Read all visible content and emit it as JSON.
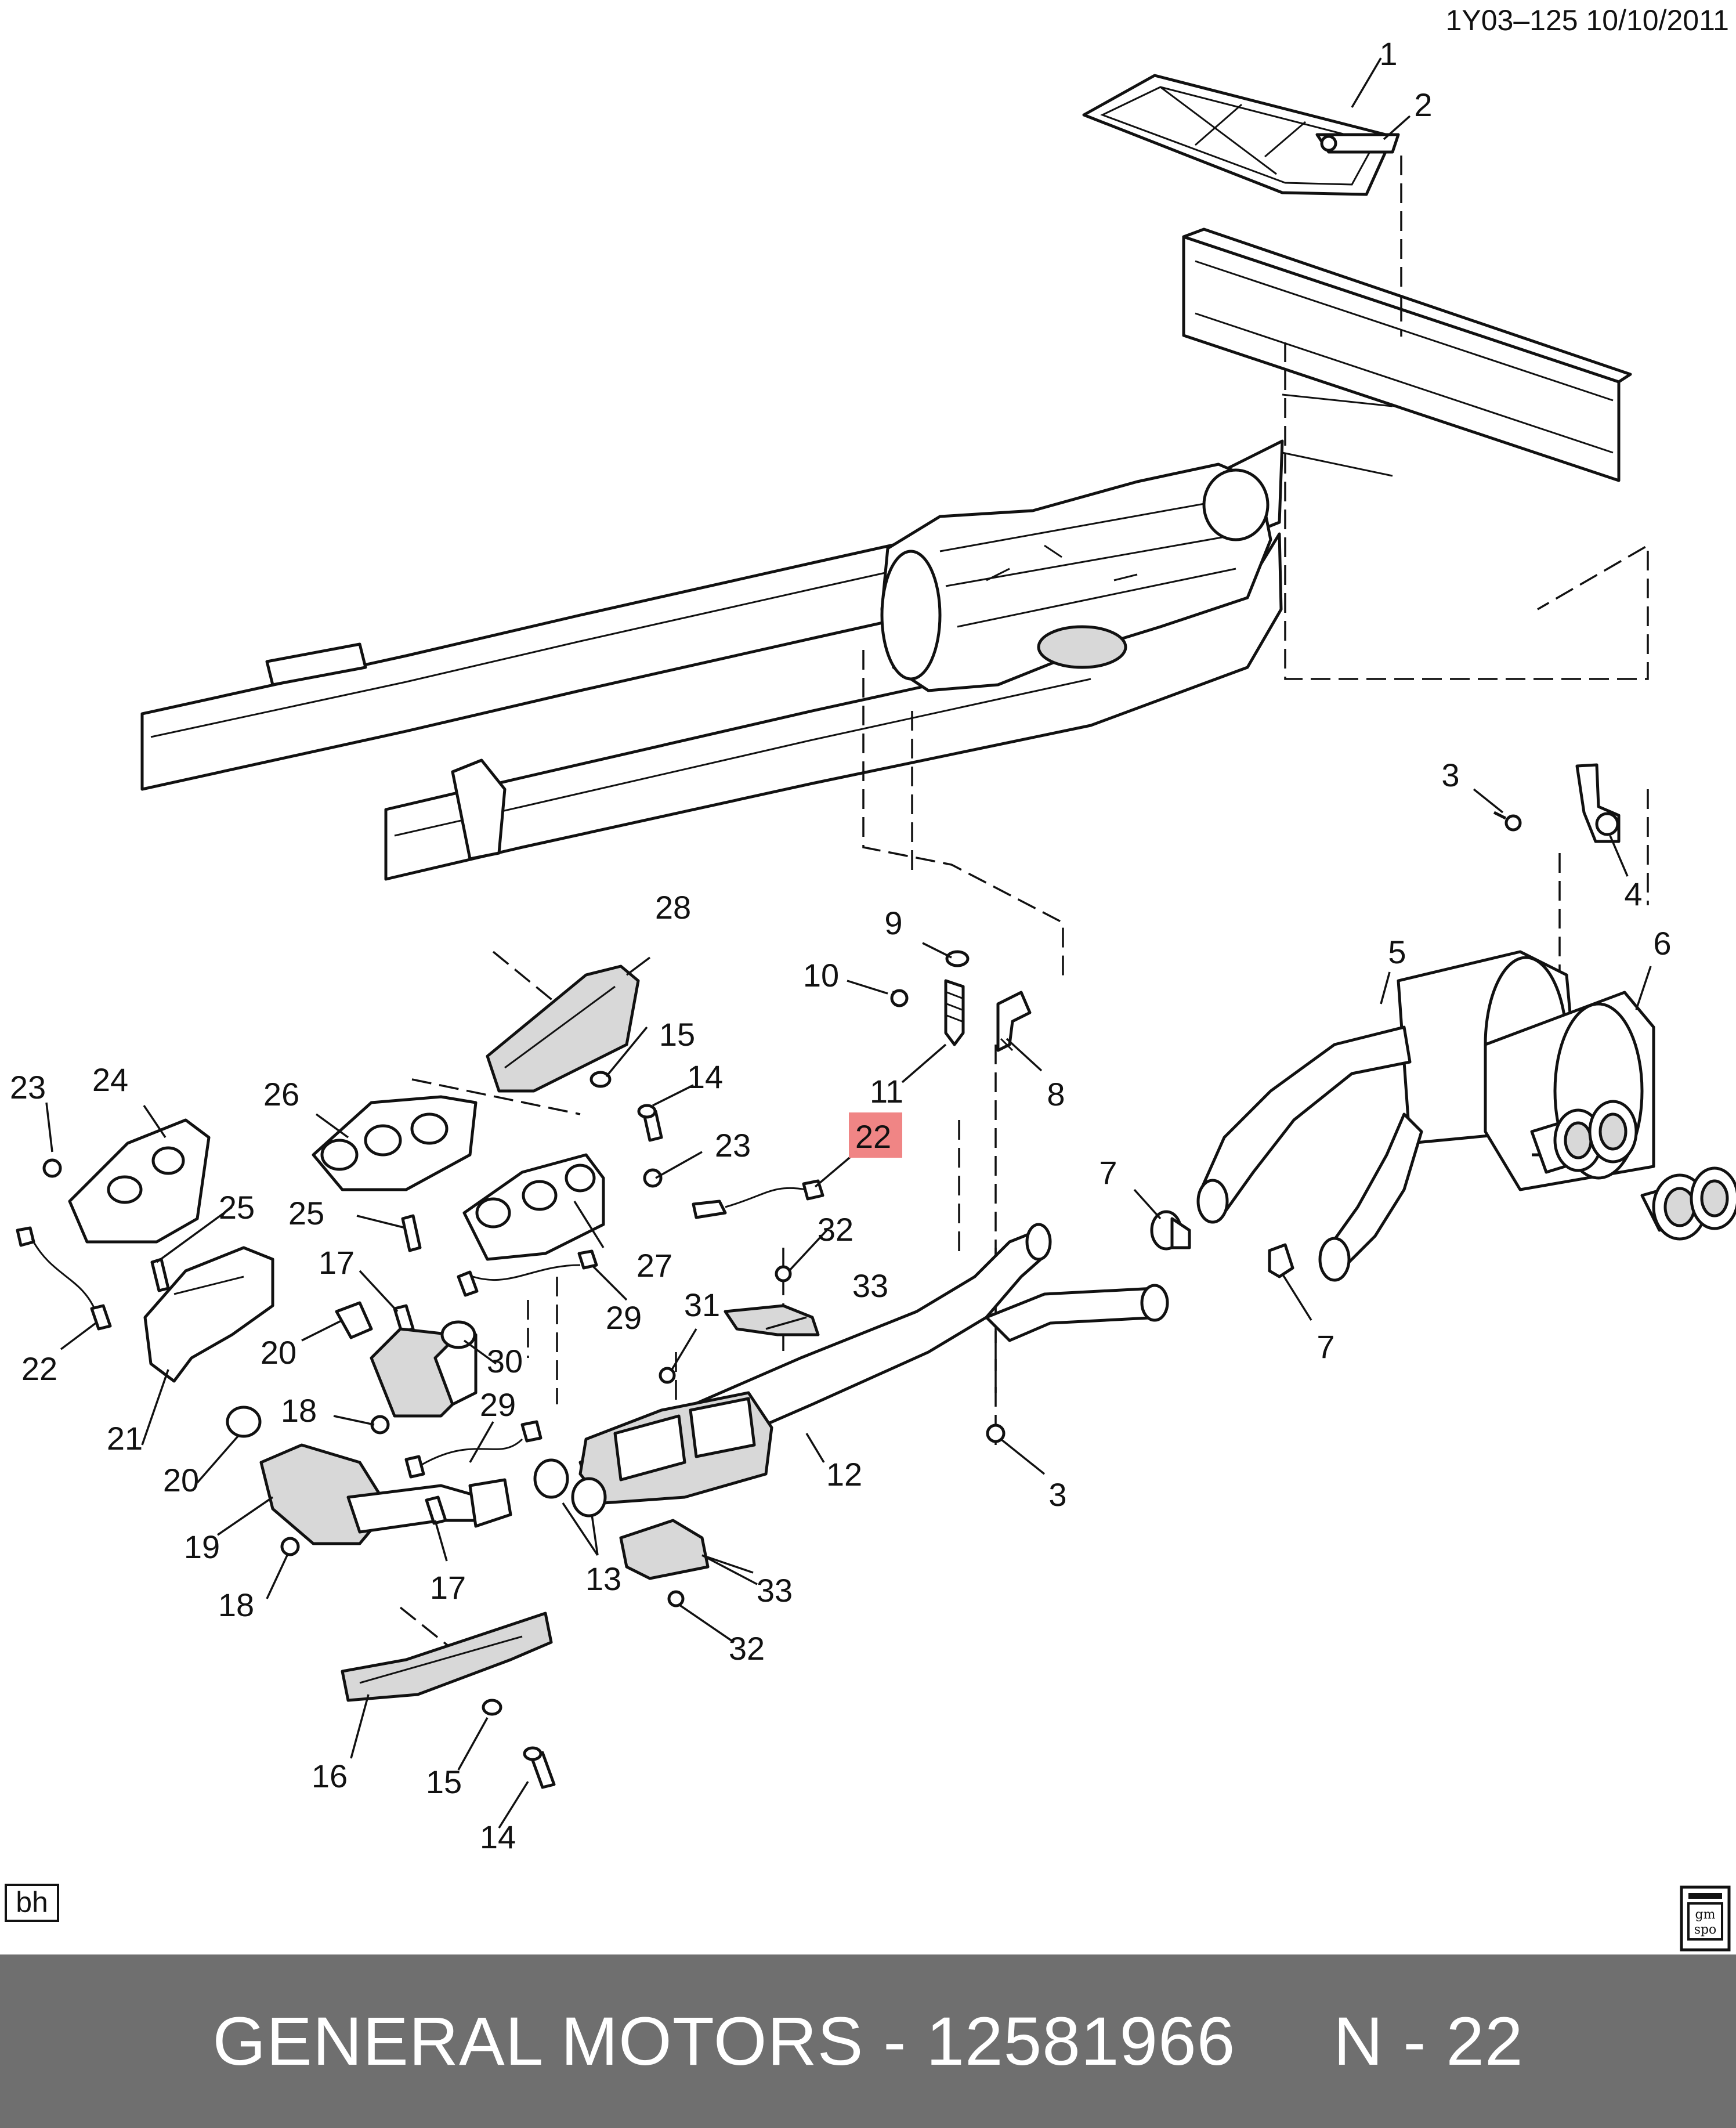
{
  "header": {
    "reference": "1Y03–125  10/10/2011"
  },
  "corner_tag": "bh",
  "logo": {
    "line1": "gm",
    "line2": "spo"
  },
  "highlight_color": "#f08585",
  "footer": {
    "text": "GENERAL MOTORS - 12581966     N - 22",
    "background": "#6f6f6f"
  },
  "callouts": {
    "c1": "1",
    "c2": "2",
    "c3a": "3",
    "c3b": "3",
    "c4": "4",
    "c5": "5",
    "c6": "6",
    "c7a": "7",
    "c7b": "7",
    "c8": "8",
    "c9": "9",
    "c10": "10",
    "c11": "11",
    "c12": "12",
    "c13": "13",
    "c14a": "14",
    "c14b": "14",
    "c15a": "15",
    "c15b": "15",
    "c16": "16",
    "c17a": "17",
    "c17b": "17",
    "c18a": "18",
    "c18b": "18",
    "c19": "19",
    "c20a": "20",
    "c20b": "20",
    "c21": "21",
    "c22a": "22",
    "c22b": "22",
    "c23a": "23",
    "c23b": "23",
    "c24": "24",
    "c25a": "25",
    "c25b": "25",
    "c26": "26",
    "c27": "27",
    "c28": "28",
    "c29a": "29",
    "c29b": "29",
    "c30": "30",
    "c31": "31",
    "c32a": "32",
    "c32b": "32",
    "c33a": "33",
    "c33b": "33"
  }
}
